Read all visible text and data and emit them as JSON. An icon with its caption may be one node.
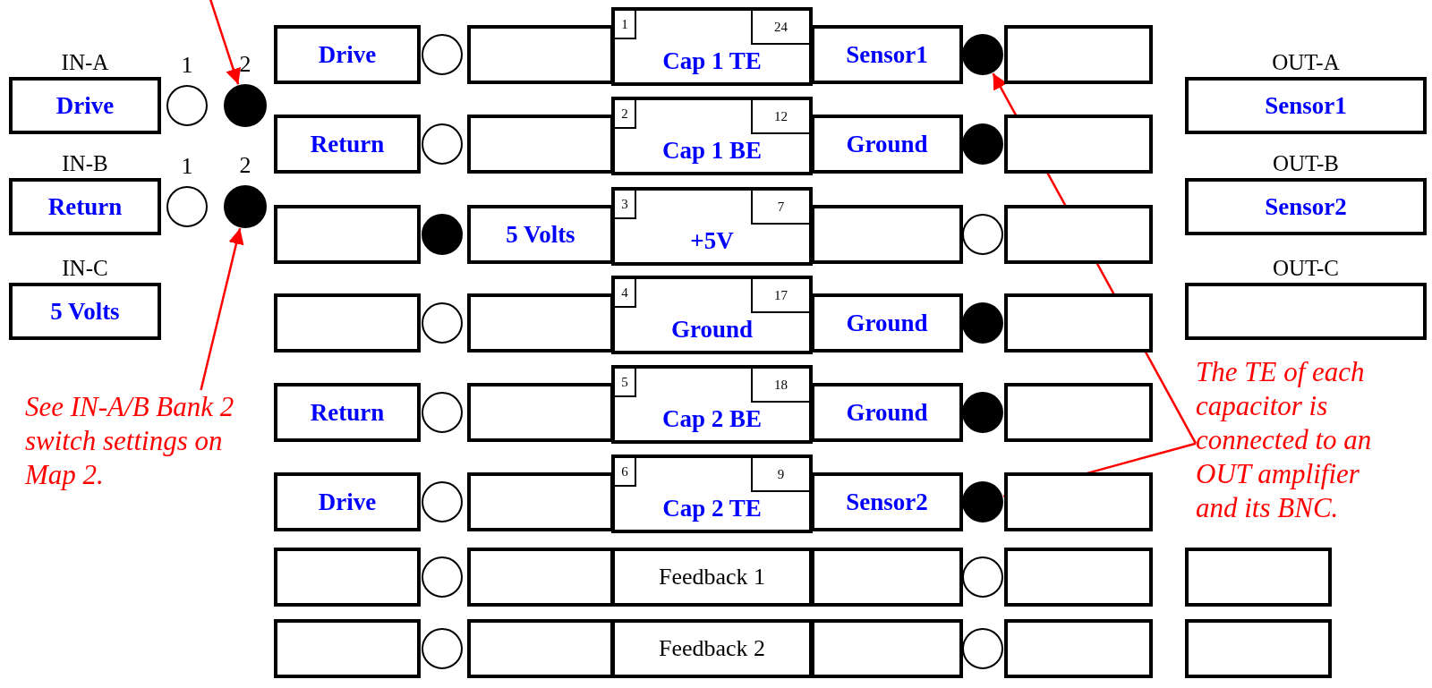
{
  "diagram": {
    "nodes": [
      {
        "text": [
          "IN-A",
          "Drive"
        ]
      },
      {
        "text": [],
        "shape": "circle",
        "beside": [
          "1"
        ]
      },
      {
        "text": [],
        "shape": "dot",
        "beside": [
          "2"
        ]
      },
      {
        "text": [
          "IN-B",
          "Return"
        ]
      },
      {
        "text": [],
        "shape": "circle",
        "beside": [
          "1"
        ]
      },
      {
        "text": [],
        "shape": "dot",
        "beside": [
          "2"
        ]
      },
      {
        "text": [
          "IN-C",
          "5 Volts"
        ]
      },
      {
        "text": [
          "Drive"
        ]
      },
      {
        "text": [],
        "shape": "circle"
      },
      {
        "text": [],
        "shape": "box"
      },
      {
        "text": [
          "Cap 1 TE"
        ]
      },
      {
        "text": [
          "1"
        ],
        "in": 10
      },
      {
        "text": [
          "24"
        ],
        "in": 10
      },
      {
        "text": [
          "Sensor1"
        ]
      },
      {
        "text": [],
        "shape": "dot"
      },
      {
        "text": [],
        "shape": "box"
      },
      {
        "text": [
          "Return"
        ]
      },
      {
        "text": [],
        "shape": "circle"
      },
      {
        "text": [],
        "shape": "box"
      },
      {
        "text": [
          "Cap 1 BE"
        ]
      },
      {
        "text": [
          "2"
        ],
        "in": 19
      },
      {
        "text": [
          "12"
        ],
        "in": 19
      },
      {
        "text": [
          "Ground"
        ]
      },
      {
        "text": [],
        "shape": "dot"
      },
      {
        "text": [],
        "shape": "box"
      },
      {
        "text": [],
        "shape": "box"
      },
      {
        "text": [],
        "shape": "dot"
      },
      {
        "text": [
          "5 Volts"
        ]
      },
      {
        "text": [
          "+5V"
        ]
      },
      {
        "text": [
          "3"
        ],
        "in": 28
      },
      {
        "text": [
          "7"
        ],
        "in": 28
      },
      {
        "text": [],
        "shape": "box"
      },
      {
        "text": [],
        "shape": "circle"
      },
      {
        "text": [],
        "shape": "box"
      },
      {
        "text": [],
        "shape": "box"
      },
      {
        "text": [],
        "shape": "circle"
      },
      {
        "text": [],
        "shape": "box"
      },
      {
        "text": [
          "Ground"
        ]
      },
      {
        "text": [
          "4"
        ],
        "in": 37
      },
      {
        "text": [
          "17"
        ],
        "in": 37
      },
      {
        "text": [
          "Ground"
        ]
      },
      {
        "text": [],
        "shape": "dot"
      },
      {
        "text": [],
        "shape": "box"
      },
      {
        "text": [
          "Return"
        ]
      },
      {
        "text": [],
        "shape": "circle"
      },
      {
        "text": [],
        "shape": "box"
      },
      {
        "text": [
          "Cap 2 BE"
        ]
      },
      {
        "text": [
          "5"
        ],
        "in": 46
      },
      {
        "text": [
          "18"
        ],
        "in": 46
      },
      {
        "text": [
          "Ground"
        ]
      },
      {
        "text": [],
        "shape": "dot"
      },
      {
        "text": [],
        "shape": "box"
      },
      {
        "text": [
          "Drive"
        ]
      },
      {
        "text": [],
        "shape": "circle"
      },
      {
        "text": [],
        "shape": "box"
      },
      {
        "text": [
          "Cap 2 TE"
        ]
      },
      {
        "text": [
          "6"
        ],
        "in": 55
      },
      {
        "text": [
          "9"
        ],
        "in": 55
      },
      {
        "text": [
          "Sensor2"
        ]
      },
      {
        "text": [],
        "shape": "dot"
      },
      {
        "text": [],
        "shape": "box"
      },
      {
        "text": [],
        "shape": "box"
      },
      {
        "text": [],
        "shape": "circle"
      },
      {
        "text": [],
        "shape": "box"
      },
      {
        "text": [
          "Feedback 1"
        ]
      },
      {
        "text": [],
        "shape": "box"
      },
      {
        "text": [],
        "shape": "circle"
      },
      {
        "text": [],
        "shape": "box"
      },
      {
        "text": [],
        "shape": "box"
      },
      {
        "text": [],
        "shape": "circle"
      },
      {
        "text": [],
        "shape": "box"
      },
      {
        "text": [
          "Feedback 2"
        ]
      },
      {
        "text": [],
        "shape": "box"
      },
      {
        "text": [],
        "shape": "circle"
      },
      {
        "text": [],
        "shape": "box"
      },
      {
        "text": [
          "OUT-A",
          "Sensor1"
        ]
      },
      {
        "text": [
          "OUT-B",
          "Sensor2"
        ]
      },
      {
        "text": [
          "OUT-C"
        ]
      },
      {
        "text": [],
        "shape": "box"
      },
      {
        "text": [],
        "shape": "box"
      },
      {
        "text": [
          "See IN-A/B Bank 2 switch settings on Map 2."
        ]
      },
      {
        "text": [
          "The TE of each capacitor is connected to an OUT amplifier and its BNC."
        ]
      }
    ],
    "edges": [
      {
        "from": null,
        "to": 2,
        "arrow": "to"
      },
      {
        "from": 80,
        "to": 5,
        "arrow": "to"
      },
      {
        "from": 81,
        "to": 14,
        "arrow": "to"
      },
      {
        "from": 81,
        "to": 59,
        "arrow": "to"
      }
    ]
  }
}
